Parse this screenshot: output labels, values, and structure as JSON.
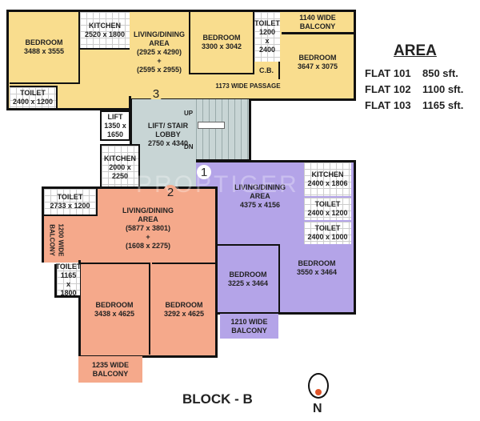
{
  "flat3": {
    "number": "3",
    "bedroom1": {
      "name": "BEDROOM",
      "dim": "3488 x 3555"
    },
    "kitchen": {
      "name": "KITCHEN",
      "dim": "2520 x 1800"
    },
    "living": {
      "name": "LIVING/DINING AREA",
      "dim": "(2925 x 4290)",
      "plus": "+",
      "dim2": "(2595 x 2955)"
    },
    "bedroom2": {
      "name": "BEDROOM",
      "dim": "3300 x 3042"
    },
    "toilet1": {
      "name": "TOILET",
      "dim": "1200 x 2400"
    },
    "cb": "C.B.",
    "balcony": "1140 WIDE BALCONY",
    "bedroom3": {
      "name": "BEDROOM",
      "dim": "3647 x 3075"
    },
    "passage": "1173 WIDE PASSAGE",
    "toilet2": {
      "name": "TOILET",
      "dim": "2400 x 1200"
    }
  },
  "lobby": {
    "lift": {
      "name": "LIFT",
      "dim": "1350 x 1650"
    },
    "lobby": {
      "name": "LIFT/ STAIR LOBBY",
      "dim": "2750 x 4340"
    },
    "up": "UP",
    "dn": "DN"
  },
  "flat2": {
    "number": "2",
    "kitchen": {
      "name": "KITCHEN",
      "dim": "2000 x 2250"
    },
    "toilet1": {
      "name": "TOILET",
      "dim": "2733 x 1200"
    },
    "balcony1": "1200 WIDE BALCONY",
    "living": {
      "name": "LIVING/DINING AREA",
      "dim": "(5877 x 3801)",
      "plus": "+",
      "dim2": "(1608 x 2275)"
    },
    "toilet2": {
      "name": "TOILET",
      "dim": "1165 x 1800"
    },
    "bedroom1": {
      "name": "BEDROOM",
      "dim": "3438 x 4625"
    },
    "bedroom2": {
      "name": "BEDROOM",
      "dim": "3292 x 4625"
    },
    "balcony2": "1235 WIDE BALCONY"
  },
  "flat1": {
    "number": "1",
    "living": {
      "name": "LIVING/DINING AREA",
      "dim": "4375 x 4156"
    },
    "kitchen": {
      "name": "KITCHEN",
      "dim": "2400 x 1806"
    },
    "toilet1": {
      "name": "TOILET",
      "dim": "2400 x 1200"
    },
    "toilet2": {
      "name": "TOILET",
      "dim": "2400 x 1000"
    },
    "bedroom1": {
      "name": "BEDROOM",
      "dim": "3225 x 3464"
    },
    "bedroom2": {
      "name": "BEDROOM",
      "dim": "3550 x 3464"
    },
    "balcony": "1210 WIDE BALCONY"
  },
  "area": {
    "title": "AREA",
    "rows": [
      {
        "flat": "FLAT 101",
        "area": "850 sft."
      },
      {
        "flat": "FLAT 102",
        "area": "1100 sft."
      },
      {
        "flat": "FLAT 103",
        "area": "1165 sft."
      }
    ]
  },
  "block": "BLOCK - B",
  "north": "N",
  "watermark": "PROPTIGER"
}
